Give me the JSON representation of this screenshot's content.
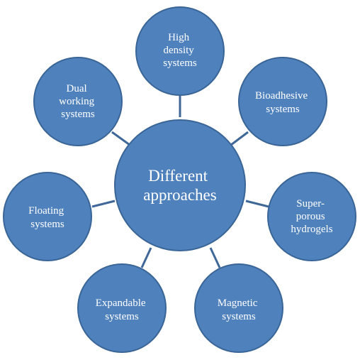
{
  "diagram": {
    "center": {
      "lines": [
        "Different",
        "approaches"
      ]
    },
    "nodes": [
      {
        "id": "high-density",
        "lines": [
          "High",
          "density",
          "systems"
        ]
      },
      {
        "id": "bioadhesive",
        "lines": [
          "Bioadhesive",
          "systems"
        ]
      },
      {
        "id": "superporous",
        "lines": [
          "Super-",
          "porous",
          "hydrogels"
        ]
      },
      {
        "id": "magnetic",
        "lines": [
          "Magnetic",
          "systems"
        ]
      },
      {
        "id": "expandable",
        "lines": [
          "Expandable",
          "systems"
        ]
      },
      {
        "id": "floating",
        "lines": [
          "Floating",
          "systems"
        ]
      },
      {
        "id": "dual-working",
        "lines": [
          "Dual",
          "working",
          "systems"
        ]
      }
    ],
    "colors": {
      "node_fill": "#4f81bd",
      "node_stroke": "#3a6597",
      "connector": "#3f6797",
      "text": "#ffffff"
    }
  }
}
